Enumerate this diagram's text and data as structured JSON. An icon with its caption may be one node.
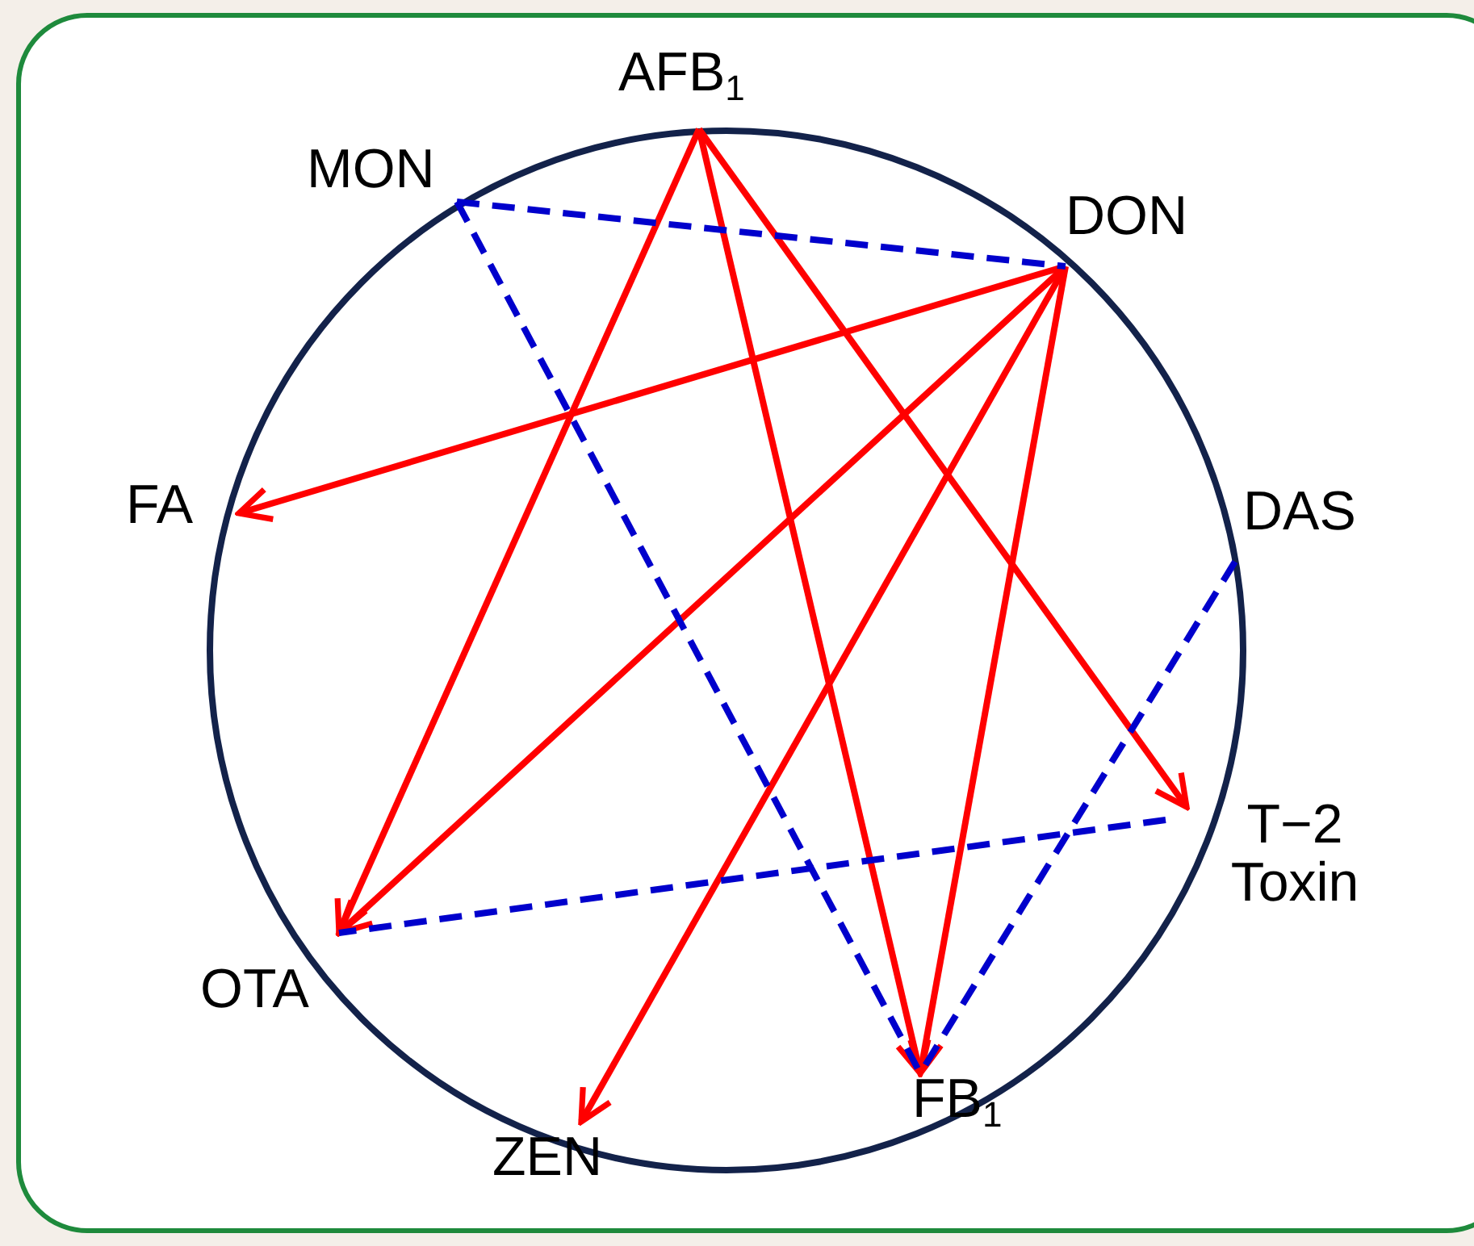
{
  "diagram": {
    "nodes": [
      {
        "text": [
          "AFB$_{1}$"
        ]
      },
      {
        "text": [
          "MON"
        ]
      },
      {
        "text": [
          "DON"
        ]
      },
      {
        "text": [
          "FA"
        ]
      },
      {
        "text": [
          "DAS"
        ]
      },
      {
        "text": [
          "T−2 Toxin"
        ]
      },
      {
        "text": [
          "OTA"
        ]
      },
      {
        "text": [
          "FB$_{1}$"
        ]
      },
      {
        "text": [
          "ZEN"
        ]
      }
    ],
    "edges": [
      {
        "from": 0,
        "to": 6,
        "arrow": "to"
      },
      {
        "from": 0,
        "to": 7,
        "arrow": "to"
      },
      {
        "from": 0,
        "to": 5,
        "arrow": "to"
      },
      {
        "from": 2,
        "to": 3,
        "arrow": "to"
      },
      {
        "from": 2,
        "to": 6,
        "arrow": "to"
      },
      {
        "from": 2,
        "to": 8,
        "arrow": "to"
      },
      {
        "from": 2,
        "to": 7,
        "arrow": "to"
      },
      {
        "from": 1,
        "to": 2,
        "arrow": "none",
        "style": "dashed",
        "color": "#0000cc"
      },
      {
        "from": 1,
        "to": 7,
        "arrow": "none",
        "style": "dashed",
        "color": "#0000cc"
      },
      {
        "from": 4,
        "to": 7,
        "arrow": "none",
        "style": "dashed",
        "color": "#0000cc"
      },
      {
        "from": 5,
        "to": 6,
        "arrow": "none",
        "style": "dashed",
        "color": "#0000cc"
      }
    ]
  }
}
